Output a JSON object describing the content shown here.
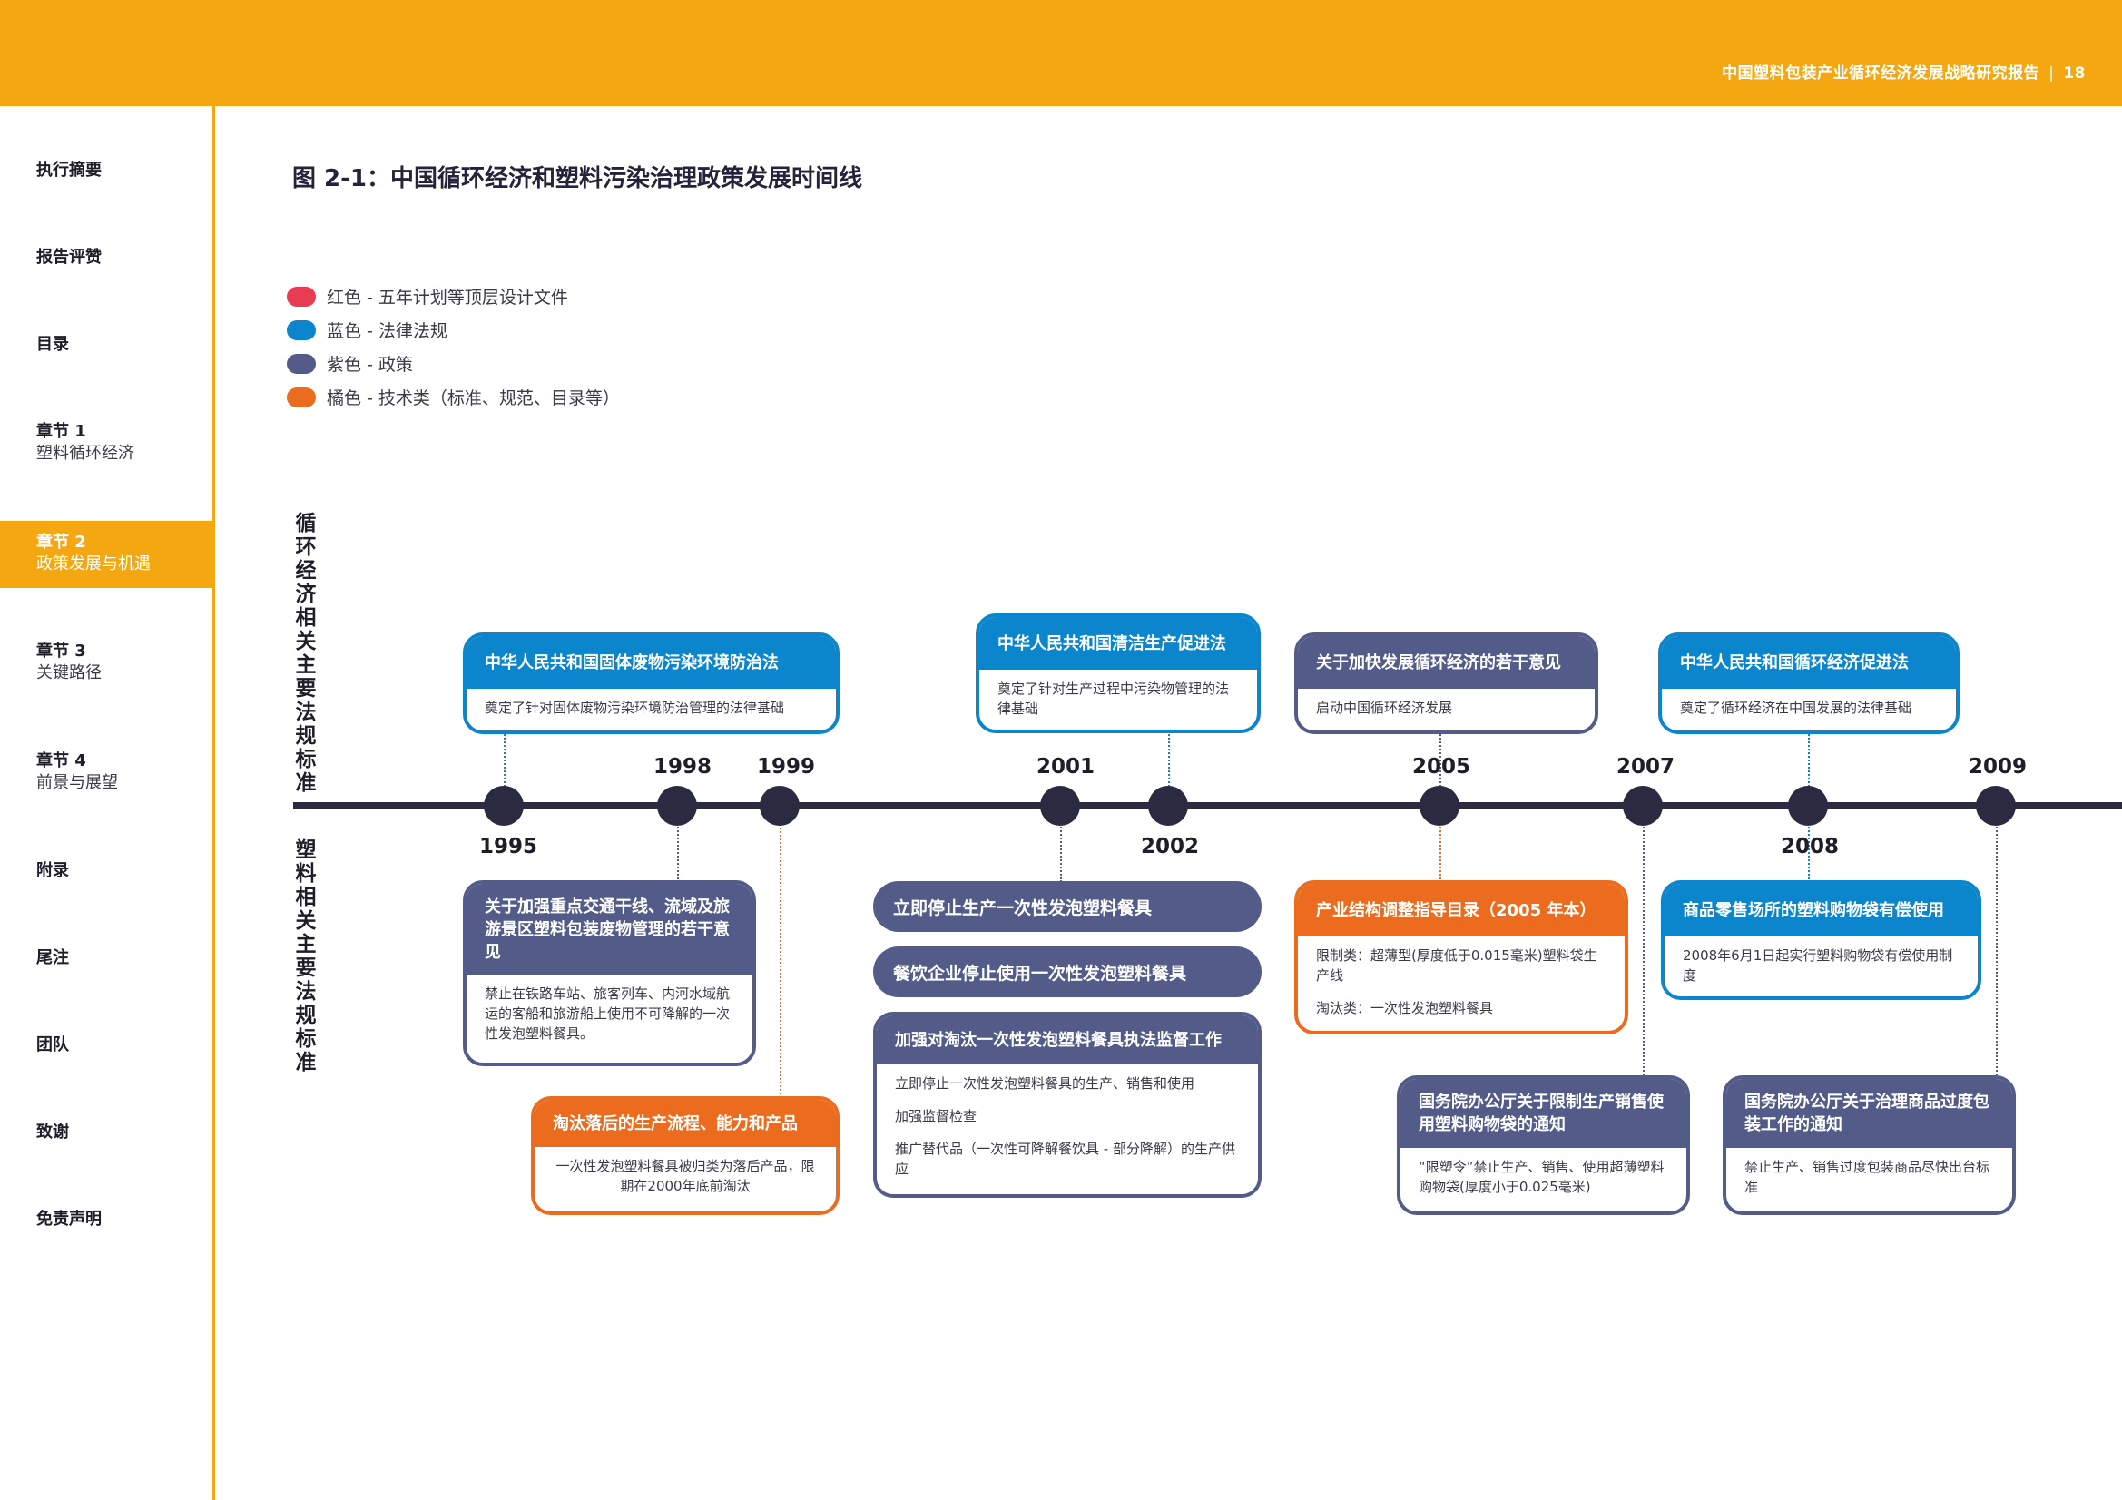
{
  "header": {
    "report_title": "中国塑料包装产业循环经济发展战略研究报告",
    "separator": "|",
    "page_number": "18"
  },
  "sidebar": {
    "items": [
      {
        "line1": "执行摘要",
        "line2": ""
      },
      {
        "line1": "报告评赞",
        "line2": ""
      },
      {
        "line1": "目录",
        "line2": ""
      },
      {
        "line1": "章节 1",
        "line2": "塑料循环经济"
      },
      {
        "line1": "章节 2",
        "line2": "政策发展与机遇"
      },
      {
        "line1": "章节 3",
        "line2": "关键路径"
      },
      {
        "line1": "章节 4",
        "line2": "前景与展望"
      },
      {
        "line1": "附录",
        "line2": ""
      },
      {
        "line1": "尾注",
        "line2": ""
      },
      {
        "line1": "团队",
        "line2": ""
      },
      {
        "line1": "致谢",
        "line2": ""
      },
      {
        "line1": "免责声明",
        "line2": ""
      }
    ],
    "active_index": 4
  },
  "figure": {
    "title": "图 2-1：中国循环经济和塑料污染治理政策发展时间线"
  },
  "legend": [
    {
      "label": "红色 - 五年计划等顶层设计文件",
      "color": "#e83c52"
    },
    {
      "label": "蓝色 - 法律法规",
      "color": "#0b85cc"
    },
    {
      "label": "紫色 - 政策",
      "color": "#535c89"
    },
    {
      "label": "橘色 - 技术类（标准、规范、目录等）",
      "color": "#ec6c1f"
    }
  ],
  "lanes": {
    "upper": "循环经济相关主要法规标准",
    "lower": "塑料相关主要法规标准"
  },
  "years": [
    "1995",
    "1998",
    "1999",
    "2001",
    "2002",
    "2005",
    "2007",
    "2008",
    "2009"
  ],
  "cards": {
    "c1995": {
      "title": "中华人民共和国固体废物污染环境防治法",
      "body": [
        "奠定了针对固体废物污染环境防治管理的法律基础"
      ]
    },
    "c2002": {
      "title": "中华人民共和国清洁生产促进法",
      "body": [
        "奠定了针对生产过程中污染物管理的法律基础"
      ]
    },
    "c2005a": {
      "title": "关于加快发展循环经济的若干意见",
      "body": [
        "启动中国循环经济发展"
      ]
    },
    "c2008a": {
      "title": "中华人民共和国循环经济促进法",
      "body": [
        "奠定了循环经济在中国发展的法律基础"
      ]
    },
    "c1998": {
      "title": "关于加强重点交通干线、流域及旅游景区塑料包装废物管理的若干意见",
      "body": [
        "禁止在铁路车站、旅客列车、内河水域航运的客船和旅游船上使用不可降解的一次性发泡塑料餐具。"
      ]
    },
    "c1999": {
      "title": "淘汰落后的生产流程、能力和产品",
      "body": [
        "一次性发泡塑料餐具被归类为落后产品，限期在2000年底前淘汰"
      ]
    },
    "p1": {
      "title": "立即停止生产一次性发泡塑料餐具"
    },
    "p2": {
      "title": "餐饮企业停止使用一次性发泡塑料餐具"
    },
    "c2001": {
      "title": "加强对淘汰一次性发泡塑料餐具执法监督工作",
      "body": [
        "立即停止一次性发泡塑料餐具的生产、销售和使用",
        "加强监督检查",
        "推广替代品（一次性可降解餐饮具 - 部分降解）的生产供应"
      ]
    },
    "c2005b": {
      "title": "产业结构调整指导目录（2005 年本）",
      "body": [
        "限制类：超薄型(厚度低于0.015毫米)塑料袋生产线",
        "淘汰类：一次性发泡塑料餐具"
      ]
    },
    "c2008b": {
      "title": "商品零售场所的塑料购物袋有偿使用",
      "body": [
        "2008年6月1日起实行塑料购物袋有偿使用制度"
      ]
    },
    "c2007": {
      "title": "国务院办公厅关于限制生产销售使用塑料购物袋的通知",
      "body": [
        "“限塑令”禁止生产、销售、使用超薄塑料购物袋(厚度小于0.025毫米)"
      ]
    },
    "c2009": {
      "title": "国务院办公厅关于治理商品过度包装工作的通知",
      "body": [
        "禁止生产、销售过度包装商品尽快出台标准"
      ]
    }
  }
}
